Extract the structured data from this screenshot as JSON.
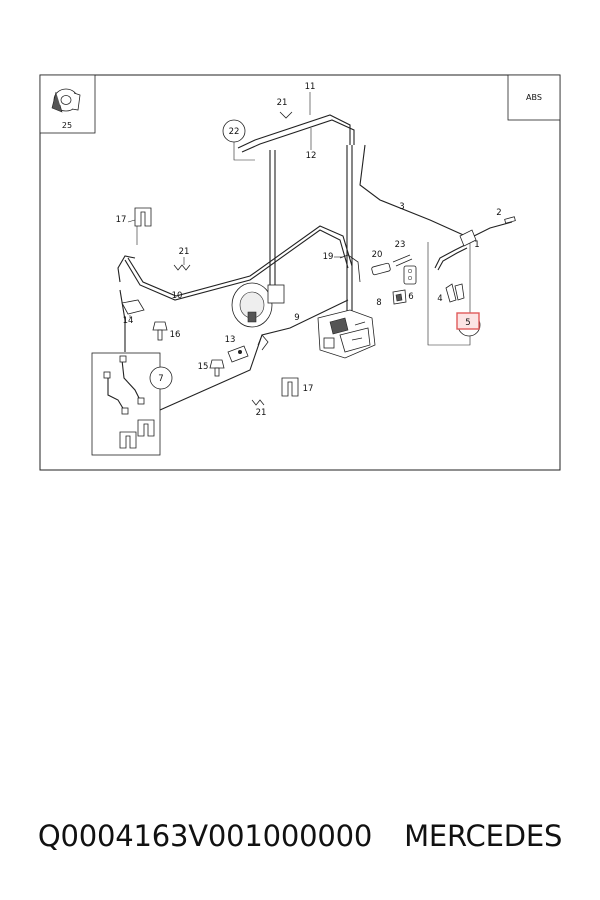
{
  "diagram": {
    "corner_labels": {
      "top_right": "ABS",
      "top_left_part": "25"
    },
    "callouts": [
      "1",
      "2",
      "3",
      "4",
      "5",
      "6",
      "7",
      "8",
      "9",
      "10",
      "11",
      "12",
      "13",
      "14",
      "15",
      "16",
      "17",
      "17",
      "19",
      "20",
      "21",
      "21",
      "21",
      "22",
      "23"
    ],
    "highlighted_callout": "5",
    "highlight_color": "#e05a5a"
  },
  "footer": {
    "part_code": "Q0004163V001000000",
    "brand": "MERCEDES"
  }
}
